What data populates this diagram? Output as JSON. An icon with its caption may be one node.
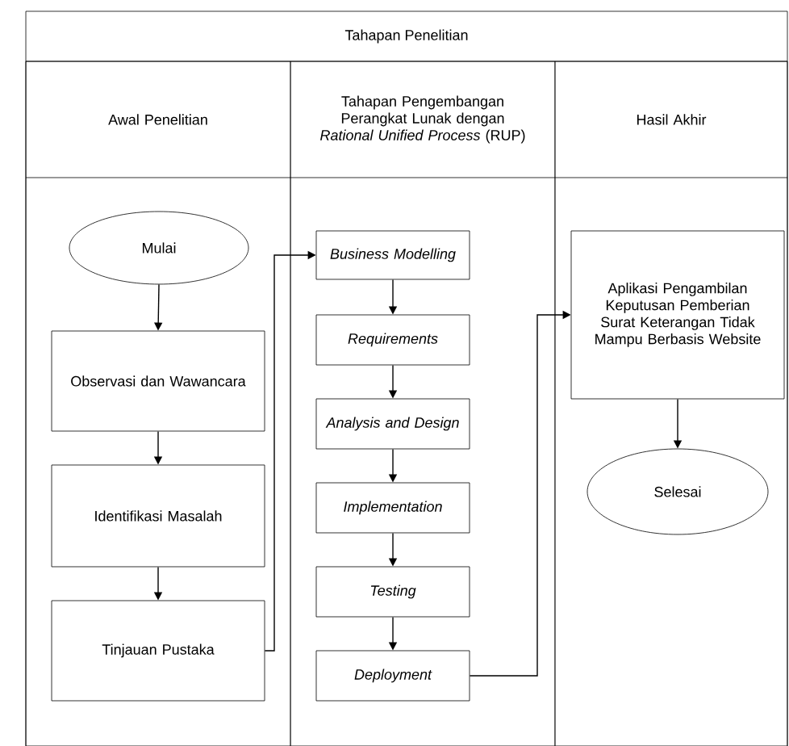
{
  "diagram": {
    "nodes": [
      {
        "text": [
          "Tahapan Penelitian"
        ]
      },
      {
        "text": [
          "Awal Penelitian"
        ],
        "in": 0
      },
      {
        "text": [
          "Tahapan Pengembangan Perangkat Lunak dengan *Rational Unified Process* (RUP)"
        ],
        "in": 0
      },
      {
        "text": [
          "Hasil Akhir"
        ],
        "in": 0
      },
      {
        "text": [
          "Mulai"
        ],
        "in": 1
      },
      {
        "text": [
          "Observasi dan Wawancara"
        ],
        "in": 1
      },
      {
        "text": [
          "Identifikasi Masalah"
        ],
        "in": 1
      },
      {
        "text": [
          "Tinjauan Pustaka"
        ],
        "in": 1
      },
      {
        "text": [
          "Business Modelling"
        ],
        "in": 2
      },
      {
        "text": [
          "Requirements"
        ],
        "in": 2
      },
      {
        "text": [
          "Analysis and Design"
        ],
        "in": 2
      },
      {
        "text": [
          "Implementation"
        ],
        "in": 2
      },
      {
        "text": [
          "Testing"
        ],
        "in": 2
      },
      {
        "text": [
          "Deployment"
        ],
        "in": 2
      },
      {
        "text": [
          "Aplikasi Pengambilan Keputusan Pemberian Surat Keterangan Tidak Mampu Berbasis Website"
        ],
        "in": 3
      },
      {
        "text": [
          "Selesai"
        ],
        "in": 3
      }
    ],
    "edges": [
      {
        "from": 4,
        "to": 5,
        "arrow": "to"
      },
      {
        "from": 5,
        "to": 6,
        "arrow": "to"
      },
      {
        "from": 6,
        "to": 7,
        "arrow": "to"
      },
      {
        "from": 7,
        "to": 8,
        "arrow": "to"
      },
      {
        "from": 8,
        "to": 9,
        "arrow": "to"
      },
      {
        "from": 9,
        "to": 10,
        "arrow": "to"
      },
      {
        "from": 10,
        "to": 11,
        "arrow": "to"
      },
      {
        "from": 11,
        "to": 12,
        "arrow": "to"
      },
      {
        "from": 12,
        "to": 13,
        "arrow": "to"
      },
      {
        "from": 13,
        "to": 14,
        "arrow": "to"
      },
      {
        "from": 14,
        "to": 15,
        "arrow": "to"
      }
    ]
  }
}
